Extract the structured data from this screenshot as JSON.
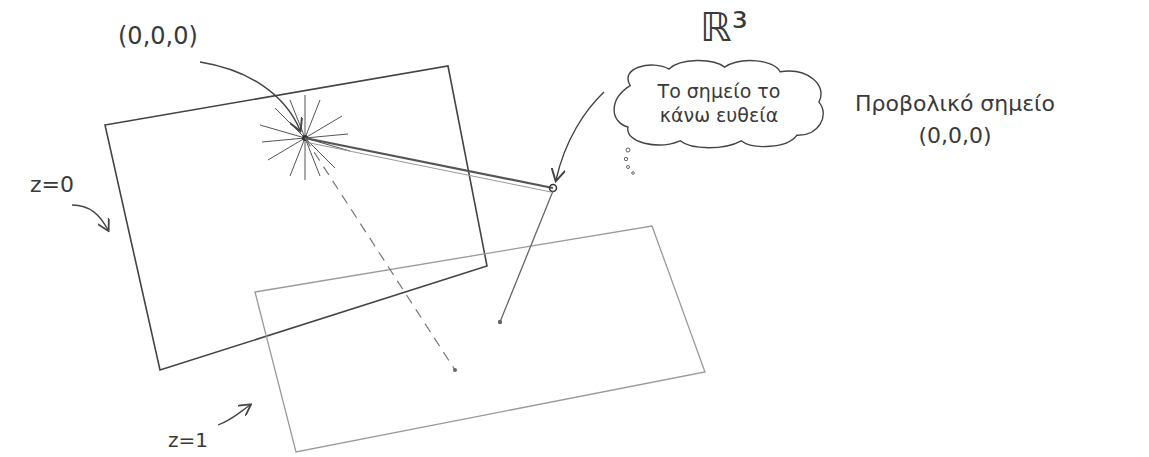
{
  "diagram": {
    "nodes": [
      {
        "text": [
          "Το σημείο το κάνω ευθεία"
        ]
      }
    ],
    "labels": [
      "(0,0,0)",
      "ℝ³",
      "Προβολικό σημείο (0,0,0)",
      "z=0",
      "z=1"
    ]
  }
}
